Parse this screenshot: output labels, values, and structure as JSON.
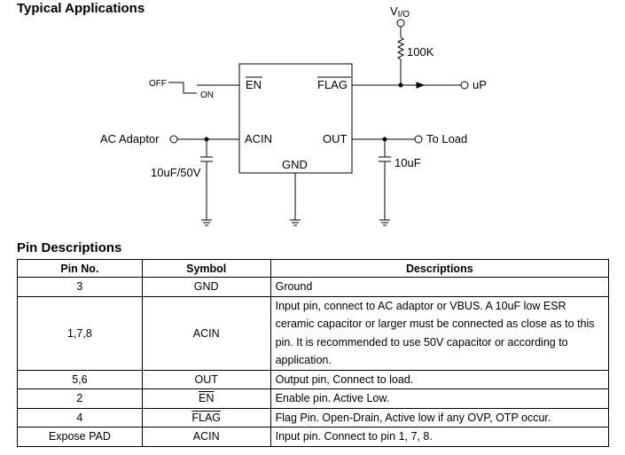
{
  "heading_apps": "Typical Applications",
  "heading_pins": "Pin Descriptions",
  "diagram": {
    "vio_main": "V",
    "vio_sub": "I/O",
    "res": "100K",
    "off": "OFF",
    "on": "ON",
    "up": "uP",
    "ac_adaptor": "AC Adaptor",
    "to_load": "To Load",
    "cap_in": "10uF/50V",
    "cap_out": "10uF",
    "pin_en": "EN",
    "pin_flag": "FLAG",
    "pin_acin": "ACIN",
    "pin_out": "OUT",
    "pin_gnd": "GND"
  },
  "table": {
    "headers": [
      "Pin No.",
      "Symbol",
      "Descriptions"
    ],
    "rows": [
      {
        "pin": "3",
        "symbol": "GND",
        "desc": "Ground"
      },
      {
        "pin": "1,7,8",
        "symbol": "ACIN",
        "desc": "Input pin, connect to AC adaptor or VBUS. A 10uF low ESR ceramic capacitor or larger must be connected as close as to this pin. It is recommended to use 50V capacitor or according to application."
      },
      {
        "pin": "5,6",
        "symbol": "OUT",
        "desc": "Output pin, Connect to load."
      },
      {
        "pin": "2",
        "symbol": "EN",
        "desc": "Enable pin. Active Low."
      },
      {
        "pin": "4",
        "symbol": "FLAG",
        "desc": "Flag Pin. Open-Drain, Active low if any OVP, OTP occur."
      },
      {
        "pin": "Expose PAD",
        "symbol": "ACIN",
        "desc": "Input pin. Connect to pin 1, 7, 8."
      }
    ]
  }
}
